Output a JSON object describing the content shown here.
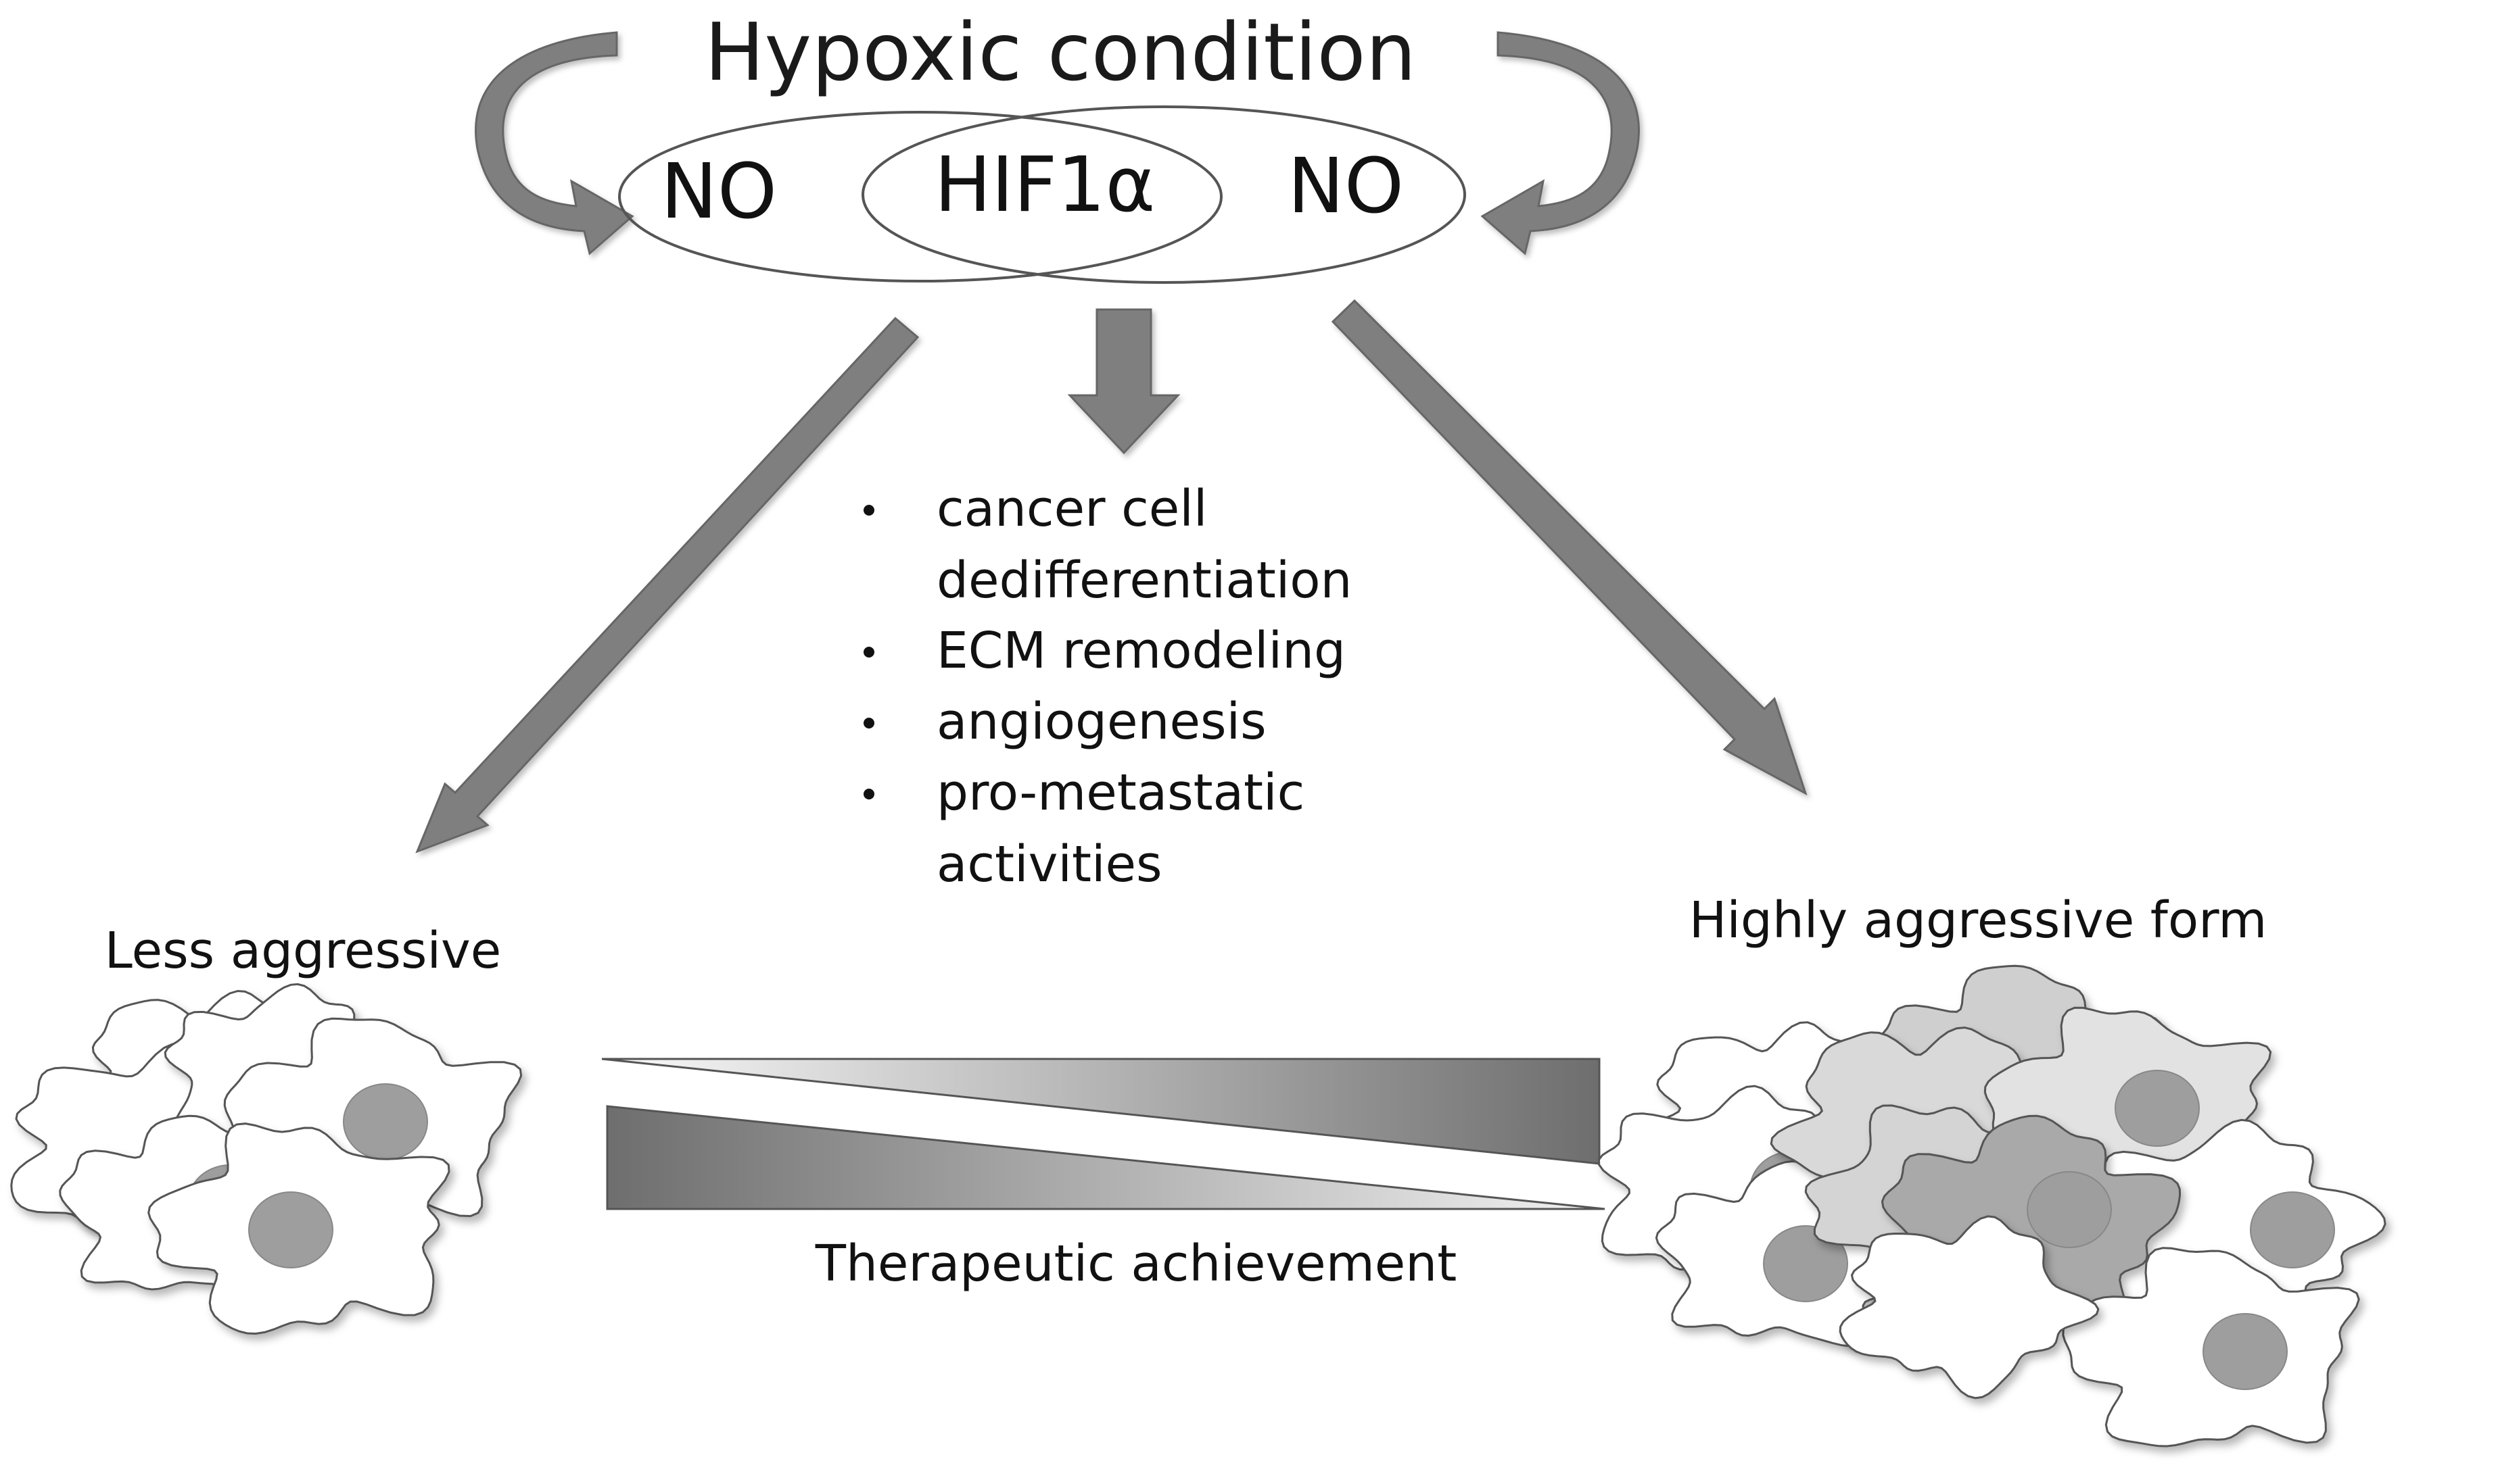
{
  "title": "Hypoxic condition",
  "ellipses": {
    "left_label": "NO",
    "center_label": "HIF1α",
    "right_label": "NO"
  },
  "effects": [
    {
      "lines": [
        "cancer cell",
        "dedifferentiation"
      ]
    },
    {
      "lines": [
        "ECM remodeling"
      ]
    },
    {
      "lines": [
        "angiogenesis"
      ]
    },
    {
      "lines": [
        "pro-metastatic",
        "activities"
      ]
    }
  ],
  "left_group": {
    "label": "Less aggressive"
  },
  "right_group": {
    "label": "Highly aggressive form"
  },
  "gradient_label": "Therapeutic achievement",
  "colors": {
    "arrow_fill": "#7f7f7f",
    "arrow_stroke": "#666666",
    "cell_outline": "#555555",
    "nucleus_fill": "#9e9e9e",
    "gradient_dark": "#6e6e6e",
    "gradient_light": "#f2f2f2"
  }
}
